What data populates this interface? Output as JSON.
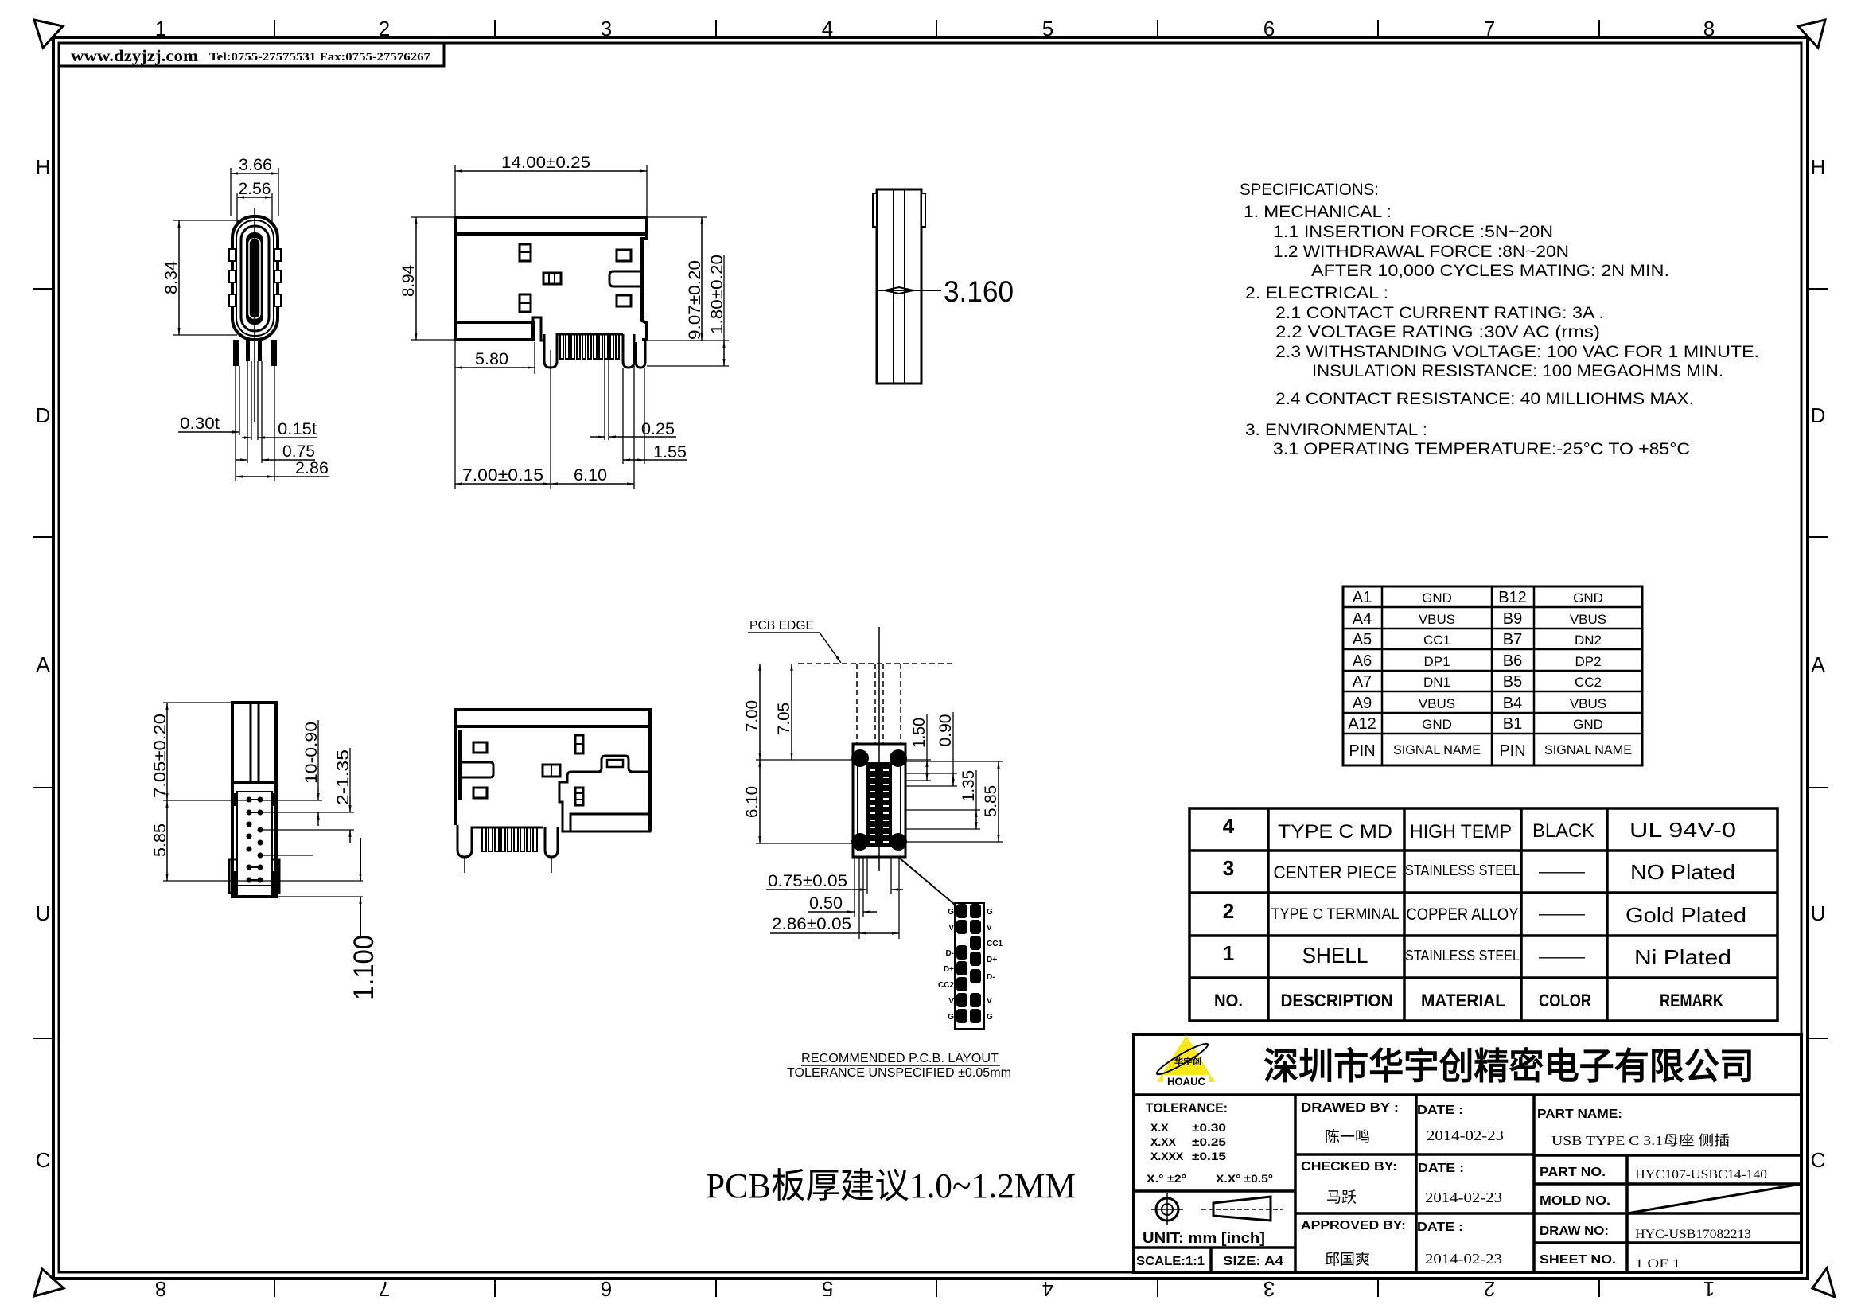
{
  "header": {
    "website": "www.dzyjzj.com",
    "contact": "Tel:0755-27575531  Fax:0755-27576267"
  },
  "frame": {
    "columns_top": [
      "1",
      "2",
      "3",
      "4",
      "5",
      "6",
      "7",
      "8"
    ],
    "columns_bottom": [
      "8",
      "7",
      "6",
      "5",
      "4",
      "3",
      "2",
      "1"
    ],
    "rows_left": [
      "H",
      "D",
      "A",
      "U",
      "C"
    ],
    "rows_right": [
      "H",
      "D",
      "A",
      "U",
      "C"
    ]
  },
  "specifications": {
    "title": "SPECIFICATIONS:",
    "lines": [
      "1. MECHANICAL :",
      "1.1 INSERTION FORCE :5N~20N",
      "1.2 WITHDRAWAL FORCE :8N~20N",
      "AFTER 10,000 CYCLES MATING: 2N MIN.",
      "2. ELECTRICAL :",
      "2.1 CONTACT CURRENT RATING: 3A .",
      "2.2 VOLTAGE RATING :30V AC (rms)",
      "2.3 WITHSTANDING VOLTAGE: 100 VAC FOR 1 MINUTE.",
      "INSULATION RESISTANCE: 100 MEGAOHMS MIN.",
      "2.4 CONTACT RESISTANCE: 40 MILLIOHMS MAX.",
      "3. ENVIRONMENTAL :",
      "3.1 OPERATING TEMPERATURE:-25°C TO +85°C"
    ]
  },
  "pin_table": {
    "header": [
      "PIN",
      "SIGNAL NAME",
      "PIN",
      "SIGNAL NAME"
    ],
    "rows": [
      [
        "A1",
        "GND",
        "B12",
        "GND"
      ],
      [
        "A4",
        "VBUS",
        "B9",
        "VBUS"
      ],
      [
        "A5",
        "CC1",
        "B7",
        "DN2"
      ],
      [
        "A6",
        "DP1",
        "B6",
        "DP2"
      ],
      [
        "A7",
        "DN1",
        "B5",
        "CC2"
      ],
      [
        "A9",
        "VBUS",
        "B4",
        "VBUS"
      ],
      [
        "A12",
        "GND",
        "B1",
        "GND"
      ]
    ]
  },
  "bom_table": {
    "header": [
      "NO.",
      "DESCRIPTION",
      "MATERIAL",
      "COLOR",
      "REMARK"
    ],
    "rows": [
      [
        "4",
        "TYPE C MD",
        "HIGH TEMP",
        "BLACK",
        "UL 94V-0"
      ],
      [
        "3",
        "CENTER PIECE",
        "STAINLESS STEEL",
        "——",
        "NO Plated"
      ],
      [
        "2",
        "TYPE C TERMINAL",
        "COPPER ALLOY",
        "——",
        "Gold Plated"
      ],
      [
        "1",
        "SHELL",
        "STAINLESS STEEL",
        "——",
        "Ni Plated"
      ]
    ]
  },
  "front_view": {
    "dims": {
      "width_outer": "3.66",
      "width_inner": "2.56",
      "height": "8.34",
      "shell_thickness": "0.30t",
      "terminal_thickness": "0.15t",
      "pin_pitch": "0.75",
      "leg_span": "2.86"
    }
  },
  "side_view": {
    "dims": {
      "length": "14.00±0.25",
      "height": "8.94",
      "overall_height": "9.07±0.20",
      "pin_height": "1.80±0.20",
      "plate_length": "5.80",
      "front_to_leg": "7.00±0.15",
      "leg_span": "6.10",
      "pin_width": "0.25",
      "leg_width": "1.55"
    }
  },
  "top_view": {
    "dims": {
      "thickness": "3.160"
    }
  },
  "end_view": {
    "dims": {
      "front_depth": "7.05±0.20",
      "pad_span": "5.85",
      "pad_pitch": "10-0.90",
      "pad_offset": "2-1.35",
      "board_thickness": "1.100"
    }
  },
  "pcb_layout": {
    "edge_label": "PCB EDGE",
    "dims": {
      "edge_to_pads": "7.00",
      "edge_to_body": "7.05",
      "body_length": "6.10",
      "pad_row_1": "1.50",
      "pad_row_2": "0.90",
      "pad_row_3": "1.35",
      "pad_span": "5.85",
      "pad_width": "0.75±0.05",
      "pad_gap": "0.50",
      "row_span": "2.86±0.05"
    },
    "pads_left_labels": [
      "G",
      "V",
      "D-",
      "D+",
      "CC2",
      "V",
      "G"
    ],
    "pads_right_labels": [
      "G",
      "V",
      "CC1",
      "D+",
      "D-",
      "V",
      "G"
    ],
    "caption": "RECOMMENDED   P.C.B.  LAYOUT",
    "tolerance_note": "TOLERANCE UNSPECIFIED ±0.05mm"
  },
  "pcb_thickness_note": "PCB板厚建议1.0~1.2MM",
  "title_block": {
    "logo_mark": "华宇创",
    "logo_text": "HOAUC",
    "logo_color": "#f7e81c",
    "company": "深圳市华宇创精密电子有限公司",
    "tolerance": {
      "label": "TOLERANCE:",
      "rows": [
        [
          "X.X",
          "±0.30"
        ],
        [
          "X.XX",
          "±0.25"
        ],
        [
          "X.XXX",
          "±0.15"
        ]
      ],
      "angle_1": "X.° ±2°",
      "angle_2": "X.X° ±0.5°"
    },
    "unit": "UNIT:  mm  [inch]",
    "scale": "SCALE:1:1",
    "size": "SIZE:  A4",
    "drawed_by": {
      "label": "DRAWED BY :",
      "name": "陈一鸣"
    },
    "checked_by": {
      "label": "CHECKED BY:",
      "name": "马跃"
    },
    "approved_by": {
      "label": "APPROVED BY:",
      "name": "邱国爽"
    },
    "dates": [
      {
        "label": "DATE :",
        "value": "2014-02-23"
      },
      {
        "label": "DATE :",
        "value": "2014-02-23"
      },
      {
        "label": "DATE :",
        "value": "2014-02-23"
      }
    ],
    "part_name": {
      "label": "PART NAME:",
      "value": "USB TYPE C 3.1母座 侧插"
    },
    "part_no": {
      "label": "PART NO.",
      "value": "HYC107-USBC14-140"
    },
    "mold_no": {
      "label": "MOLD NO."
    },
    "draw_no": {
      "label": "DRAW NO:",
      "value": "HYC-USB17082213"
    },
    "sheet_no": {
      "label": "SHEET NO.",
      "value": "1 OF 1"
    }
  }
}
